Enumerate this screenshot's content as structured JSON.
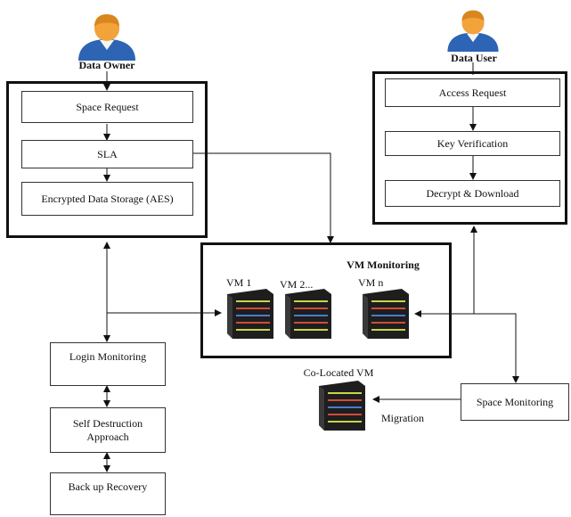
{
  "owner": {
    "title": "Data Owner",
    "steps": [
      "Space Request",
      "SLA",
      "Encrypted Data Storage (AES)"
    ]
  },
  "user": {
    "title": "Data User",
    "steps": [
      "Access Request",
      "Key Verification",
      "Decrypt & Download"
    ]
  },
  "vm_monitoring": {
    "title": "VM Monitoring",
    "vms": [
      "VM 1",
      "VM 2...",
      "VM n"
    ]
  },
  "co_located_vm": "Co-Located VM",
  "migration": "Migration",
  "space_monitoring": "Space Monitoring",
  "security_chain": [
    "Login Monitoring",
    "Self Destruction Approach",
    "Back up Recovery"
  ],
  "icons": {
    "user": "person-icon",
    "server": "server-rack-icon"
  }
}
